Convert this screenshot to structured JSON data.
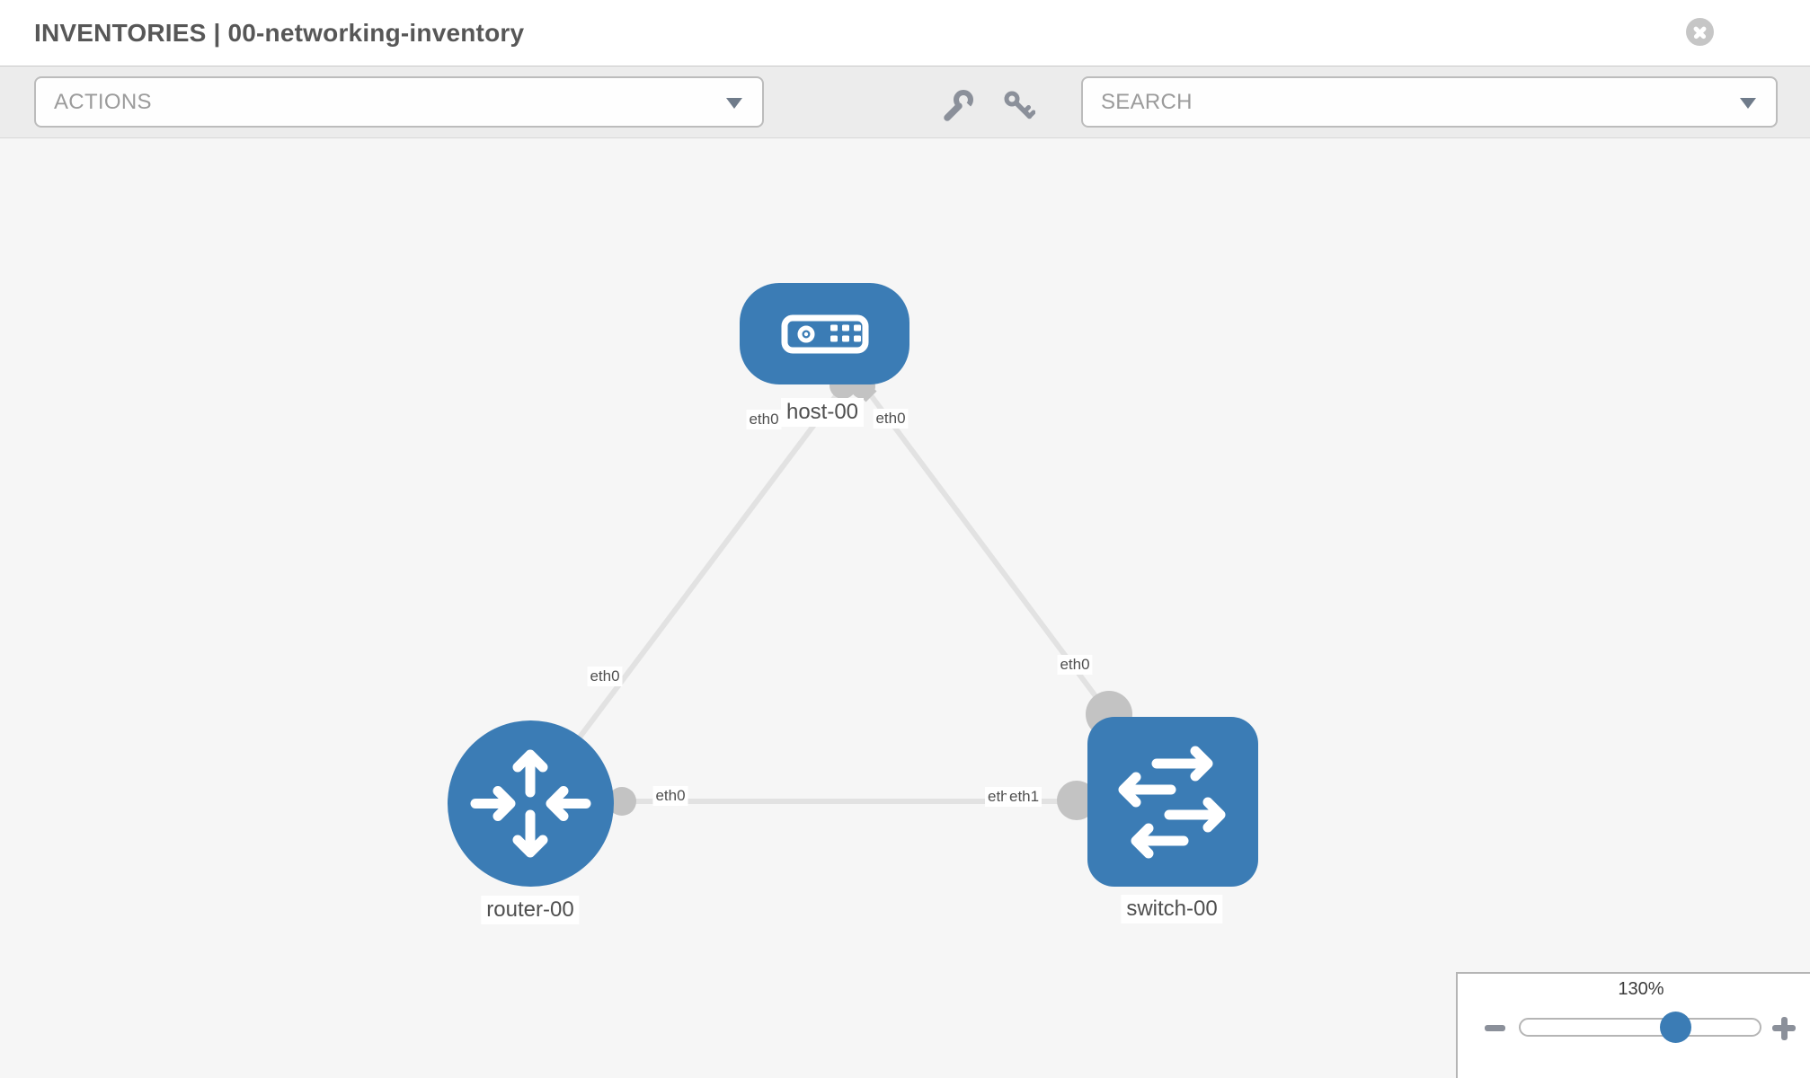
{
  "header": {
    "title": "INVENTORIES | 00-networking-inventory"
  },
  "toolbar": {
    "actions_label": "ACTIONS",
    "search_label": "SEARCH",
    "icons": {
      "left": "wrench-icon",
      "right": "key-icon",
      "actions_caret": "chevron-down-icon",
      "search_caret": "chevron-down-icon"
    }
  },
  "topology": {
    "nodes": [
      {
        "label": "host-00",
        "type": "host"
      },
      {
        "label": "router-00",
        "type": "router"
      },
      {
        "label": "switch-00",
        "type": "switch"
      }
    ],
    "links": [
      {
        "from": "host-00",
        "to": "router-00",
        "from_interface": "eth0",
        "to_interface": "eth0"
      },
      {
        "from": "host-00",
        "to": "switch-00",
        "from_interface": "eth0",
        "to_interface": "eth0"
      },
      {
        "from": "router-00",
        "to": "switch-00",
        "from_interface": "eth0",
        "to_interface": "eth1",
        "overlapped_interface_label": "eth0"
      }
    ]
  },
  "zoom_control": {
    "value": "130%",
    "minus_icon": "minus-icon",
    "plus_icon": "plus-icon"
  },
  "colors": {
    "node_blue": "#3b7cb5",
    "dot_gray": "#c3c3c3",
    "edge_gray": "#e2e2e2"
  }
}
